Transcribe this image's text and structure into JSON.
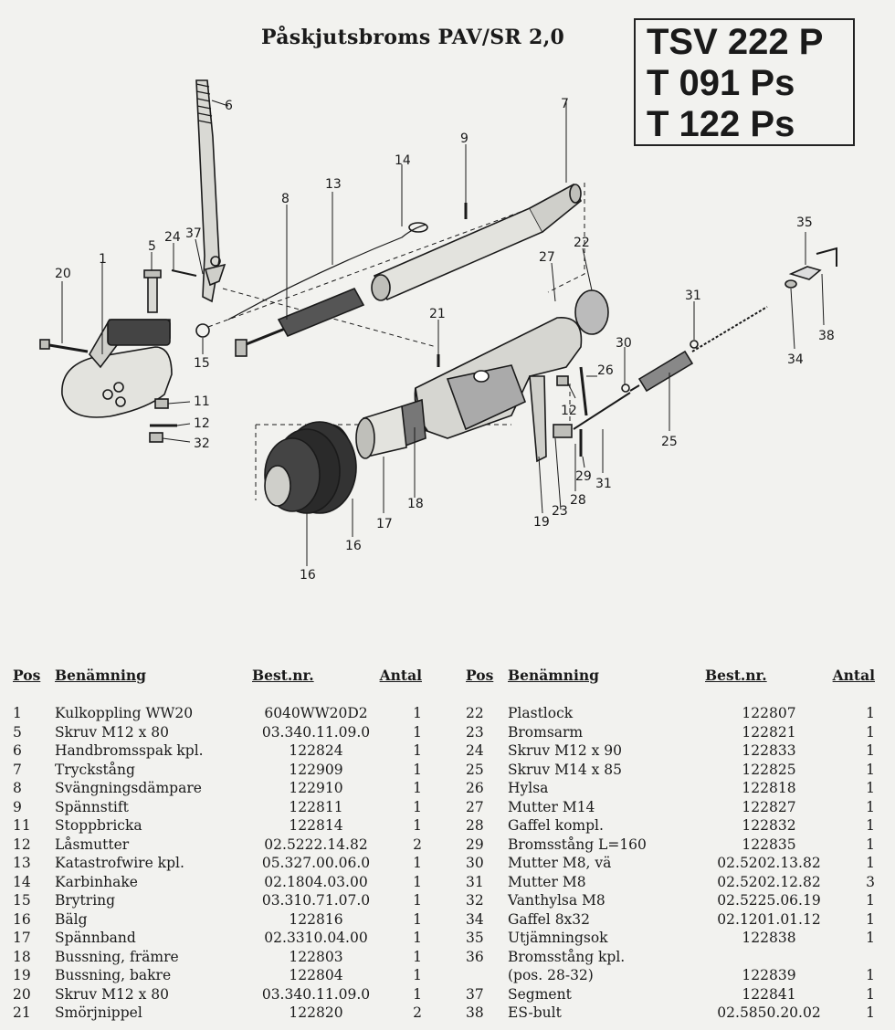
{
  "title": "Påskjutsbroms PAV/SR 2,0",
  "models": [
    "TSV 222 P",
    "T 091 Ps",
    "T 122 Ps"
  ],
  "table_headers": {
    "pos": "Pos",
    "name": "Benämning",
    "part_no": "Best.nr.",
    "qty": "Antal"
  },
  "left_table": [
    {
      "pos": "1",
      "name": "Kulkoppling WW20",
      "part_no": "6040WW20D2",
      "qty": "1"
    },
    {
      "pos": "5",
      "name": "Skruv M12 x 80",
      "part_no": "03.340.11.09.0",
      "qty": "1"
    },
    {
      "pos": "6",
      "name": "Handbromsspak kpl.",
      "part_no": "122824",
      "qty": "1"
    },
    {
      "pos": "7",
      "name": "Tryckstång",
      "part_no": "122909",
      "qty": "1"
    },
    {
      "pos": "8",
      "name": "Svängningsdämpare",
      "part_no": "122910",
      "qty": "1"
    },
    {
      "pos": "9",
      "name": "Spännstift",
      "part_no": "122811",
      "qty": "1"
    },
    {
      "pos": "11",
      "name": "Stoppbricka",
      "part_no": "122814",
      "qty": "1"
    },
    {
      "pos": "12",
      "name": "Låsmutter",
      "part_no": "02.5222.14.82",
      "qty": "2"
    },
    {
      "pos": "13",
      "name": "Katastrofwire kpl.",
      "part_no": "05.327.00.06.0",
      "qty": "1"
    },
    {
      "pos": "14",
      "name": "Karbinhake",
      "part_no": "02.1804.03.00",
      "qty": "1"
    },
    {
      "pos": "15",
      "name": "Brytring",
      "part_no": "03.310.71.07.0",
      "qty": "1"
    },
    {
      "pos": "16",
      "name": "Bälg",
      "part_no": "122816",
      "qty": "1"
    },
    {
      "pos": "17",
      "name": "Spännband",
      "part_no": "02.3310.04.00",
      "qty": "1"
    },
    {
      "pos": "18",
      "name": "Bussning, främre",
      "part_no": "122803",
      "qty": "1"
    },
    {
      "pos": "19",
      "name": "Bussning, bakre",
      "part_no": "122804",
      "qty": "1"
    },
    {
      "pos": "20",
      "name": "Skruv M12 x 80",
      "part_no": "03.340.11.09.0",
      "qty": "1"
    },
    {
      "pos": "21",
      "name": "Smörjnippel",
      "part_no": "122820",
      "qty": "2"
    }
  ],
  "right_table": [
    {
      "pos": "22",
      "name": "Plastlock",
      "part_no": "122807",
      "qty": "1"
    },
    {
      "pos": "23",
      "name": "Bromsarm",
      "part_no": "122821",
      "qty": "1"
    },
    {
      "pos": "24",
      "name": "Skruv M12 x 90",
      "part_no": "122833",
      "qty": "1"
    },
    {
      "pos": "25",
      "name": "Skruv M14 x 85",
      "part_no": "122825",
      "qty": "1"
    },
    {
      "pos": "26",
      "name": "Hylsa",
      "part_no": "122818",
      "qty": "1"
    },
    {
      "pos": "27",
      "name": "Mutter M14",
      "part_no": "122827",
      "qty": "1"
    },
    {
      "pos": "28",
      "name": "Gaffel kompl.",
      "part_no": "122832",
      "qty": "1"
    },
    {
      "pos": "29",
      "name": "Bromsstång L=160",
      "part_no": "122835",
      "qty": "1"
    },
    {
      "pos": "30",
      "name": "Mutter M8, vä",
      "part_no": "02.5202.13.82",
      "qty": "1"
    },
    {
      "pos": "31",
      "name": "Mutter M8",
      "part_no": "02.5202.12.82",
      "qty": "3"
    },
    {
      "pos": "32",
      "name": "Vanthylsa M8",
      "part_no": "02.5225.06.19",
      "qty": "1"
    },
    {
      "pos": "34",
      "name": "Gaffel 8x32",
      "part_no": "02.1201.01.12",
      "qty": "1"
    },
    {
      "pos": "35",
      "name": "Utjämningsok",
      "part_no": "122838",
      "qty": "1"
    },
    {
      "pos": "36",
      "name": "Bromsstång kpl.",
      "part_no": "",
      "qty": ""
    },
    {
      "pos": "",
      "name": "(pos. 28-32)",
      "part_no": "122839",
      "qty": "1"
    },
    {
      "pos": "37",
      "name": "Segment",
      "part_no": "122841",
      "qty": "1"
    },
    {
      "pos": "38",
      "name": "ES-bult",
      "part_no": "02.5850.20.02",
      "qty": "1"
    }
  ],
  "callouts": [
    "6",
    "7",
    "9",
    "14",
    "13",
    "8",
    "5",
    "24",
    "37",
    "1",
    "20",
    "15",
    "21",
    "22",
    "27",
    "35",
    "38",
    "34",
    "31",
    "30",
    "26",
    "12",
    "11",
    "12",
    "32",
    "25",
    "29",
    "31",
    "28",
    "23",
    "19",
    "18",
    "17",
    "16"
  ]
}
